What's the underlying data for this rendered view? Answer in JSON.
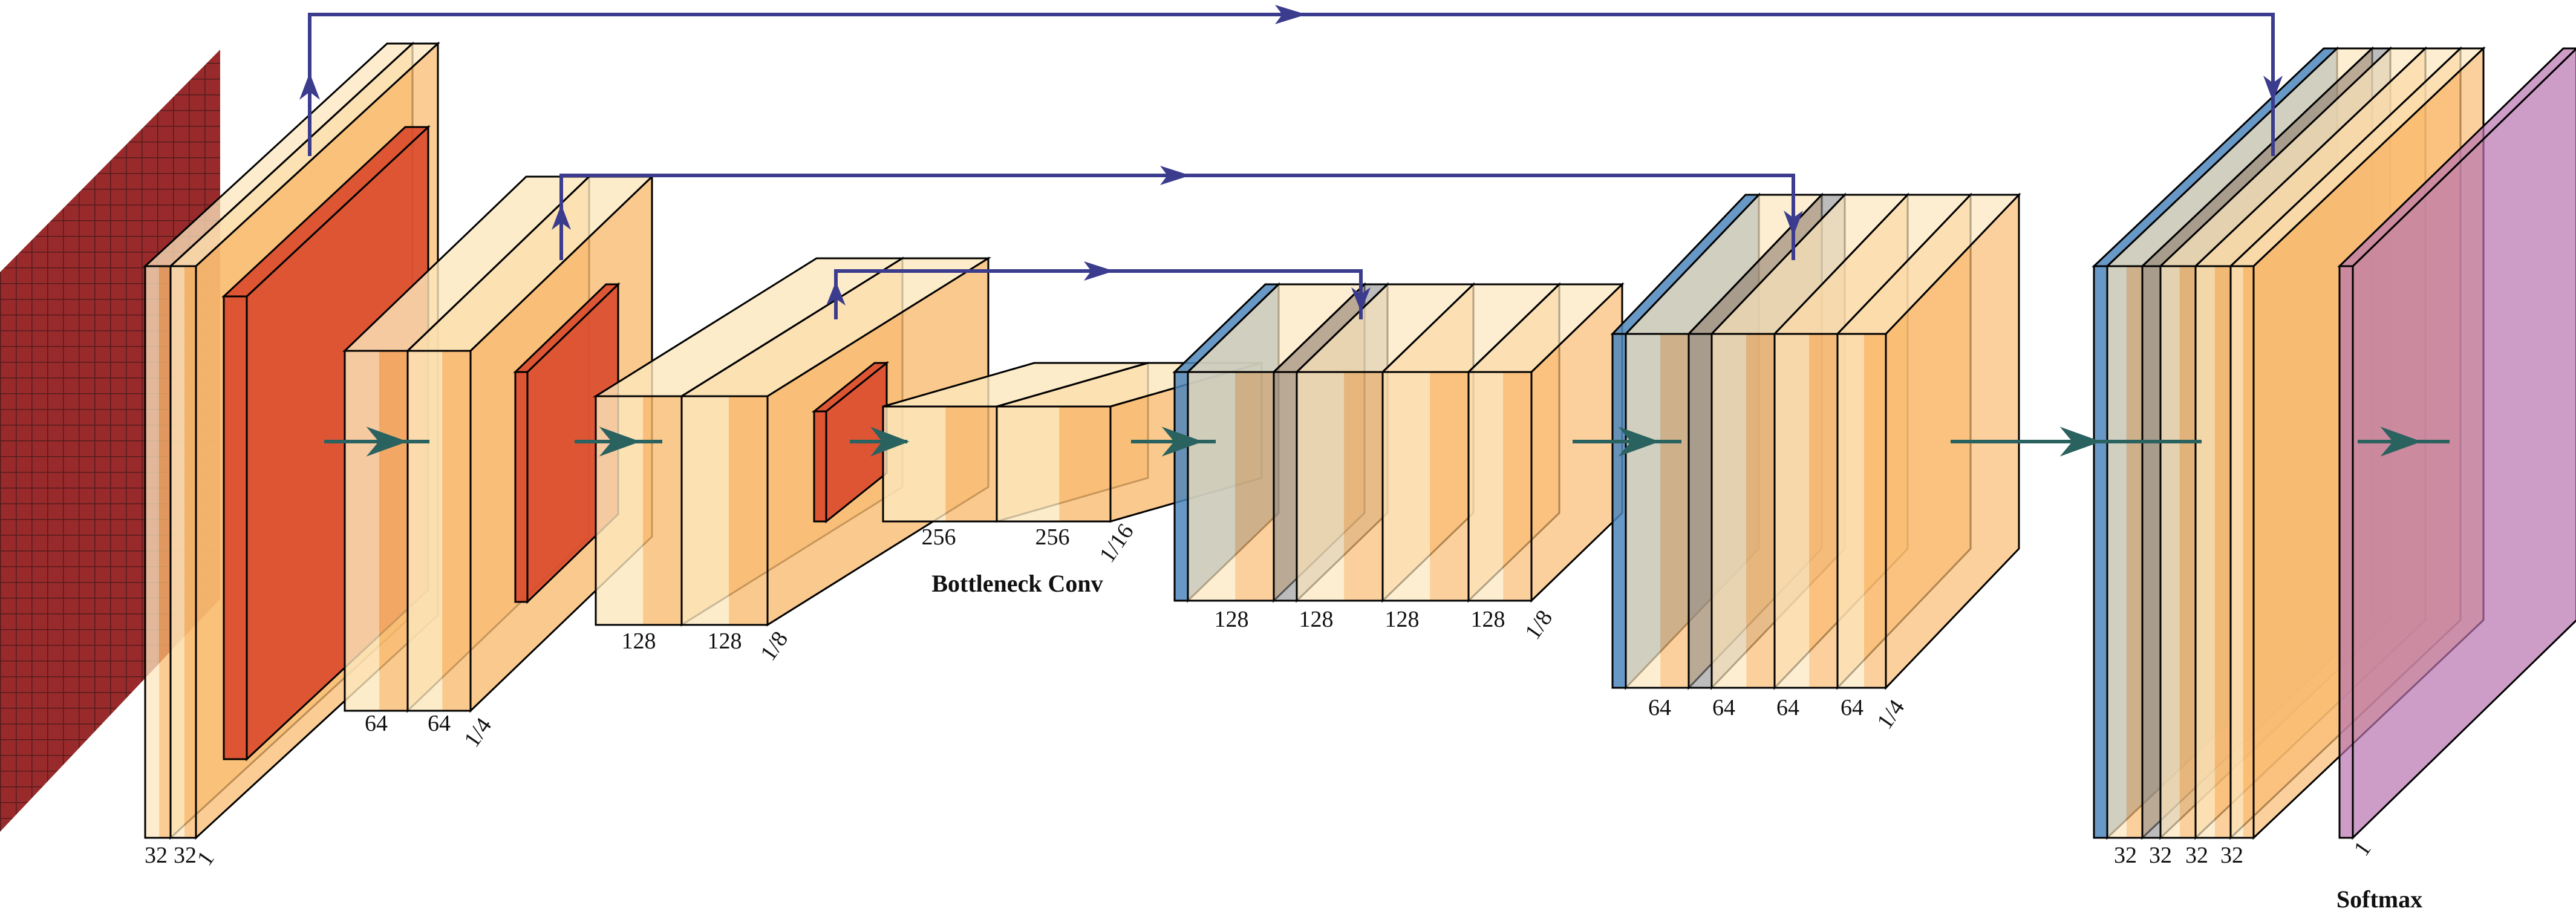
{
  "blocks": {
    "enc1": {
      "channels": [
        "32",
        "32"
      ],
      "scale": "1"
    },
    "enc2": {
      "channels": [
        "64",
        "64"
      ],
      "scale": "1/4"
    },
    "enc3": {
      "channels": [
        "128",
        "128"
      ],
      "scale": "1/8"
    },
    "bottleneck": {
      "channels": [
        "256",
        "256"
      ],
      "scale": "1/16",
      "caption": "Bottleneck Conv"
    },
    "dec3": {
      "channels": [
        "128",
        "128",
        "128",
        "128"
      ],
      "scale": "1/8"
    },
    "dec2": {
      "channels": [
        "64",
        "64",
        "64",
        "64"
      ],
      "scale": "1/4"
    },
    "dec1": {
      "channels": [
        "32",
        "32",
        "32",
        "32"
      ],
      "scale": ""
    },
    "output": {
      "channels": [],
      "scale": "1",
      "caption": "Softmax"
    }
  },
  "colors": {
    "conv_light": "#FCE7BD",
    "conv_dark": "#F9BC72",
    "pool": "#D9492B",
    "unpool": "#4E86BC",
    "concat": "#8F8F8F",
    "softmax": "#B873B1",
    "skip_arrow": "#3B3C8E",
    "flow_arrow": "#2A6260",
    "input_grid": "#7A1518"
  }
}
